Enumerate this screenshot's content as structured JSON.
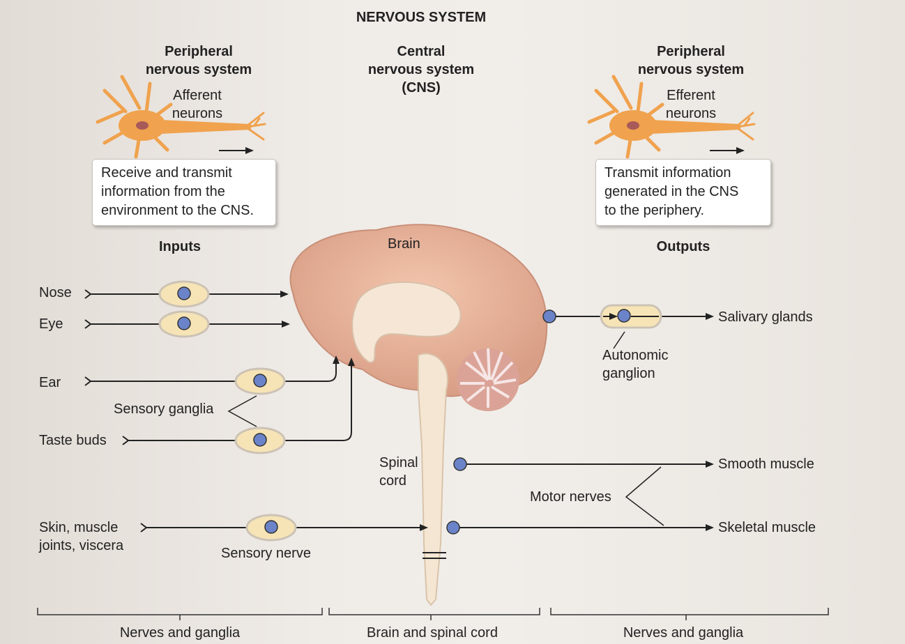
{
  "title": "NERVOUS SYSTEM",
  "columns": {
    "left_heading": "Peripheral\nnervous system",
    "center_heading": "Central\nnervous system\n(CNS)",
    "right_heading": "Peripheral\nnervous system"
  },
  "afferent": {
    "neuron_label": "Afferent\nneurons",
    "description": "Receive and transmit\ninformation from the\nenvironment to the CNS.",
    "section": "Inputs"
  },
  "efferent": {
    "neuron_label": "Efferent\nneurons",
    "description": "Transmit information\ngenerated in the CNS\nto the periphery.",
    "section": "Outputs"
  },
  "brain_label": "Brain",
  "spinal_cord_label": "Spinal\ncord",
  "inputs": [
    "Nose",
    "Eye",
    "Ear",
    "Taste buds",
    "Skin, muscle\njoints, viscera"
  ],
  "sensory_ganglia_label": "Sensory ganglia",
  "sensory_nerve_label": "Sensory nerve",
  "outputs": [
    "Salivary glands",
    "Smooth muscle",
    "Skeletal muscle"
  ],
  "autonomic_ganglion_label": "Autonomic\nganglion",
  "motor_nerves_label": "Motor nerves",
  "bottom_brackets": [
    "Nerves and ganglia",
    "Brain and spinal cord",
    "Nerves and ganglia"
  ],
  "colors": {
    "neuron": "#f0a24e",
    "brain": "#e9b59c",
    "ganglion_fill": "#f7e4b6",
    "ganglion_dot": "#6b83c8"
  }
}
